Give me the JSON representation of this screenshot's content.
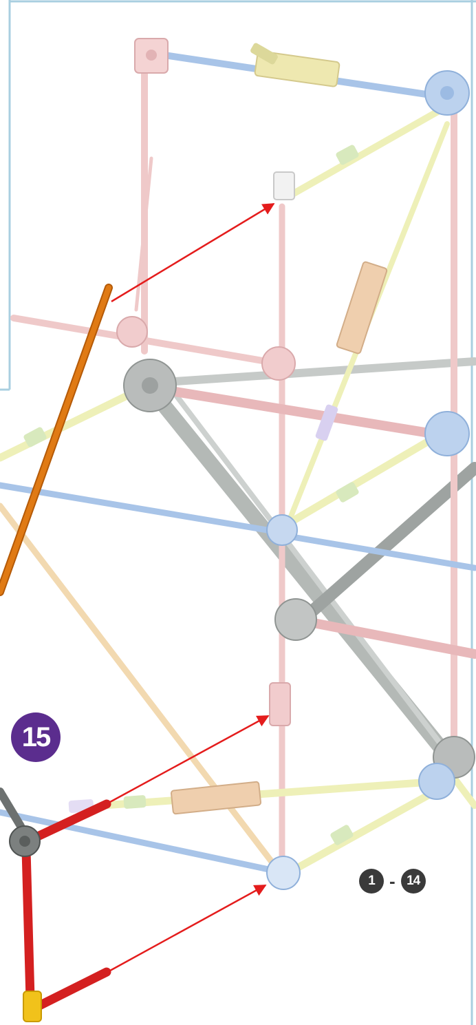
{
  "instruction": {
    "step_number": "15",
    "prior_steps": {
      "from": "1",
      "separator": "-",
      "to": "14"
    }
  },
  "colors": {
    "page_border": "#a9cfe0",
    "rod_pink": "#efc9c9",
    "rod_blue": "#a8c4e8",
    "rod_yellow": "#eef0b8",
    "rod_gray": "#b4b9b6",
    "rod_tan": "#f2d9b0",
    "rod_orange": "#e07a14",
    "rod_red": "#d42020",
    "arrow_red": "#e41c1c",
    "badge_purple": "#5b2d8e",
    "badge_dark": "#3a3a3a",
    "connector_yellow": "#f1c21b"
  },
  "parts": {
    "new_rods": [
      "orange-rod",
      "red-rod-upper",
      "red-rod-lower",
      "red-rod-vertical"
    ],
    "new_connectors": [
      "gray-connector",
      "yellow-connector"
    ]
  }
}
